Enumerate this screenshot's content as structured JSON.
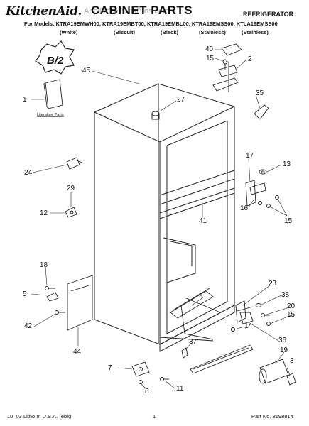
{
  "header": {
    "brand": "KitchenAid.",
    "title": "CABINET PARTS",
    "watermark": "AppliancePartsPros.com",
    "appliance": "REFRIGERATOR",
    "models_line": "For Models: KTRA19EMWH00, KTRA19EMBT00, KTRA19EMBL00, KTRA19EMSS00, KTLA19EMSS00",
    "colors": [
      "(White)",
      "(Biscuit)",
      "(Black)",
      "(Stainless)",
      "(Stainless)"
    ]
  },
  "diagram": {
    "badge_text": "B/2",
    "literature_label": "Literature Parts",
    "callouts": [
      "40",
      "15",
      "2",
      "45",
      "35",
      "1",
      "27",
      "24",
      "17",
      "13",
      "29",
      "12",
      "41",
      "16",
      "15",
      "18",
      "5",
      "9",
      "23",
      "38",
      "20",
      "15",
      "42",
      "44",
      "14",
      "36",
      "37",
      "19",
      "3",
      "7",
      "8",
      "11"
    ]
  },
  "footer": {
    "left": "10–03 Litho In U.S.A. (ebk)",
    "center": "1",
    "right": "Part No. 8198814"
  }
}
